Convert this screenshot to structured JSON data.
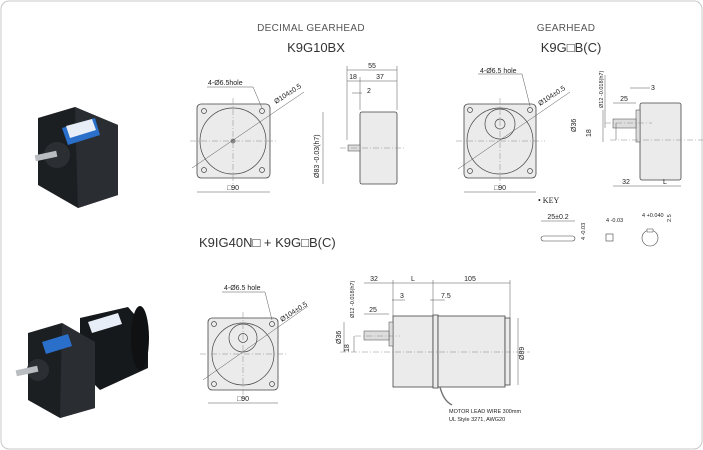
{
  "sections": {
    "decimal": {
      "heading": "DECIMAL GEARHEAD",
      "model": "K9G10BX",
      "hole_label": "4-Ø6.5hole",
      "pcd_label": "Ø104±0.5",
      "square_label": "□90",
      "dim_55": "55",
      "dim_18": "18",
      "dim_37": "37",
      "dim_2": "2",
      "dim_dia": "Ø83 -0.03(h7)"
    },
    "gearhead": {
      "heading": "GEARHEAD",
      "model": "K9G□B(C)",
      "hole_label": "4-Ø6.5 hole",
      "pcd_label": "Ø104±0.5",
      "square_label": "□90",
      "dim_shaft": "Ø12 -0.018(h7)",
      "dim_3": "3",
      "dim_25": "25",
      "dim_36": "Ø36",
      "dim_18": "18",
      "dim_32": "32",
      "dim_L": "L",
      "key_title": "• KEY",
      "key_len": "25±0.2",
      "key_h": "4 -0.03",
      "key_w": "4 -0.03",
      "key_slot": "4 +0.040",
      "key_depth": "2.5"
    },
    "combo": {
      "model": "K9IG40N□ + K9G□B(C)",
      "hole_label": "4-Ø6.5 hole",
      "pcd_label": "Ø104±0.5",
      "square_label": "□90",
      "dim_shaft": "Ø12 -0.018(h7)",
      "dim_32": "32",
      "dim_L": "L",
      "dim_105": "105",
      "dim_3": "3",
      "dim_7_5": "7.5",
      "dim_25": "25",
      "dim_36": "Ø36",
      "dim_18": "18",
      "dim_89": "Ø89",
      "wire_label_1": "MOTOR LEAD WIRE 300mm",
      "wire_label_2": "UL Style 3271, AWG20"
    }
  },
  "colors": {
    "frame": "#c8c8c8",
    "motor": "#1c1f22",
    "label": "#2a6fc9"
  }
}
